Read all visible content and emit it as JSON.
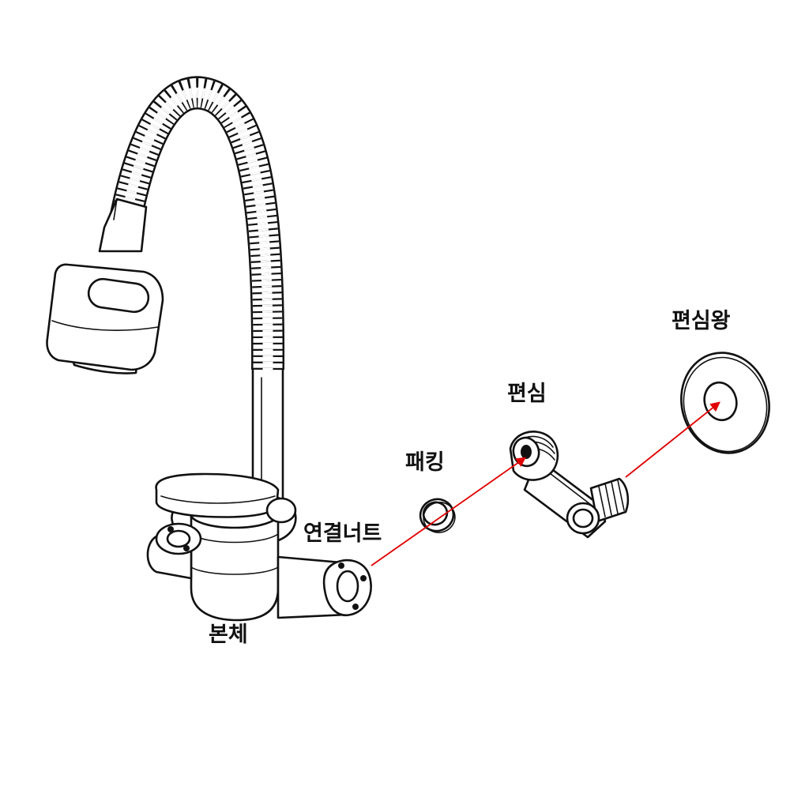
{
  "labels": {
    "body": "본체",
    "nut": "연결너트",
    "packing": "패킹",
    "eccentric": "편심",
    "flange": "편심왕"
  },
  "colors": {
    "line": "#111111",
    "arrow": "#e00000",
    "background": "#ffffff"
  }
}
